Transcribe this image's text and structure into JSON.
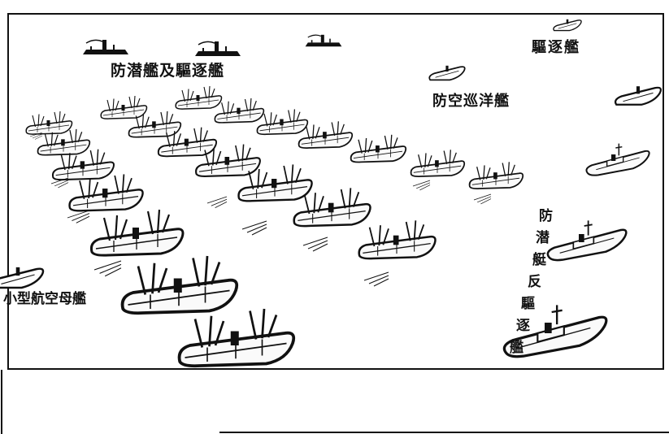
{
  "labels": {
    "top_escort": "防潜艦及驅逐艦",
    "destroyer": "驅逐艦",
    "aa_cruiser": "防空巡洋艦",
    "light_carrier": "小型航空母艦",
    "right_escort": [
      "防",
      "潜",
      "艇",
      "反",
      "驅",
      "逐",
      "艦"
    ]
  },
  "colors": {
    "ink": "#111111",
    "paper": "#ffffff",
    "hull": "#fafafa"
  }
}
